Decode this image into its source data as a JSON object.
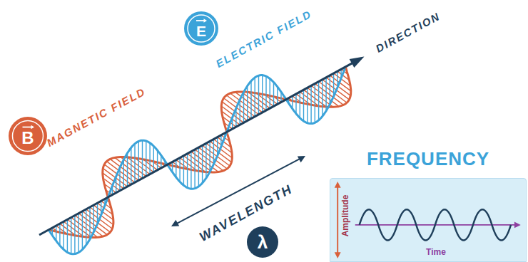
{
  "diagram": {
    "nodes": [
      {
        "text": [
          "E"
        ]
      },
      {
        "text": [
          "B"
        ]
      },
      {
        "text": [
          "FREQUENCY",
          "Amplitude",
          "Time"
        ]
      },
      {
        "text": [
          "λ"
        ]
      }
    ],
    "labels": [
      "ELECTRIC FIELD",
      "DIRECTION",
      "MAGNETIC FIELD",
      "WAVELENGTH"
    ]
  }
}
